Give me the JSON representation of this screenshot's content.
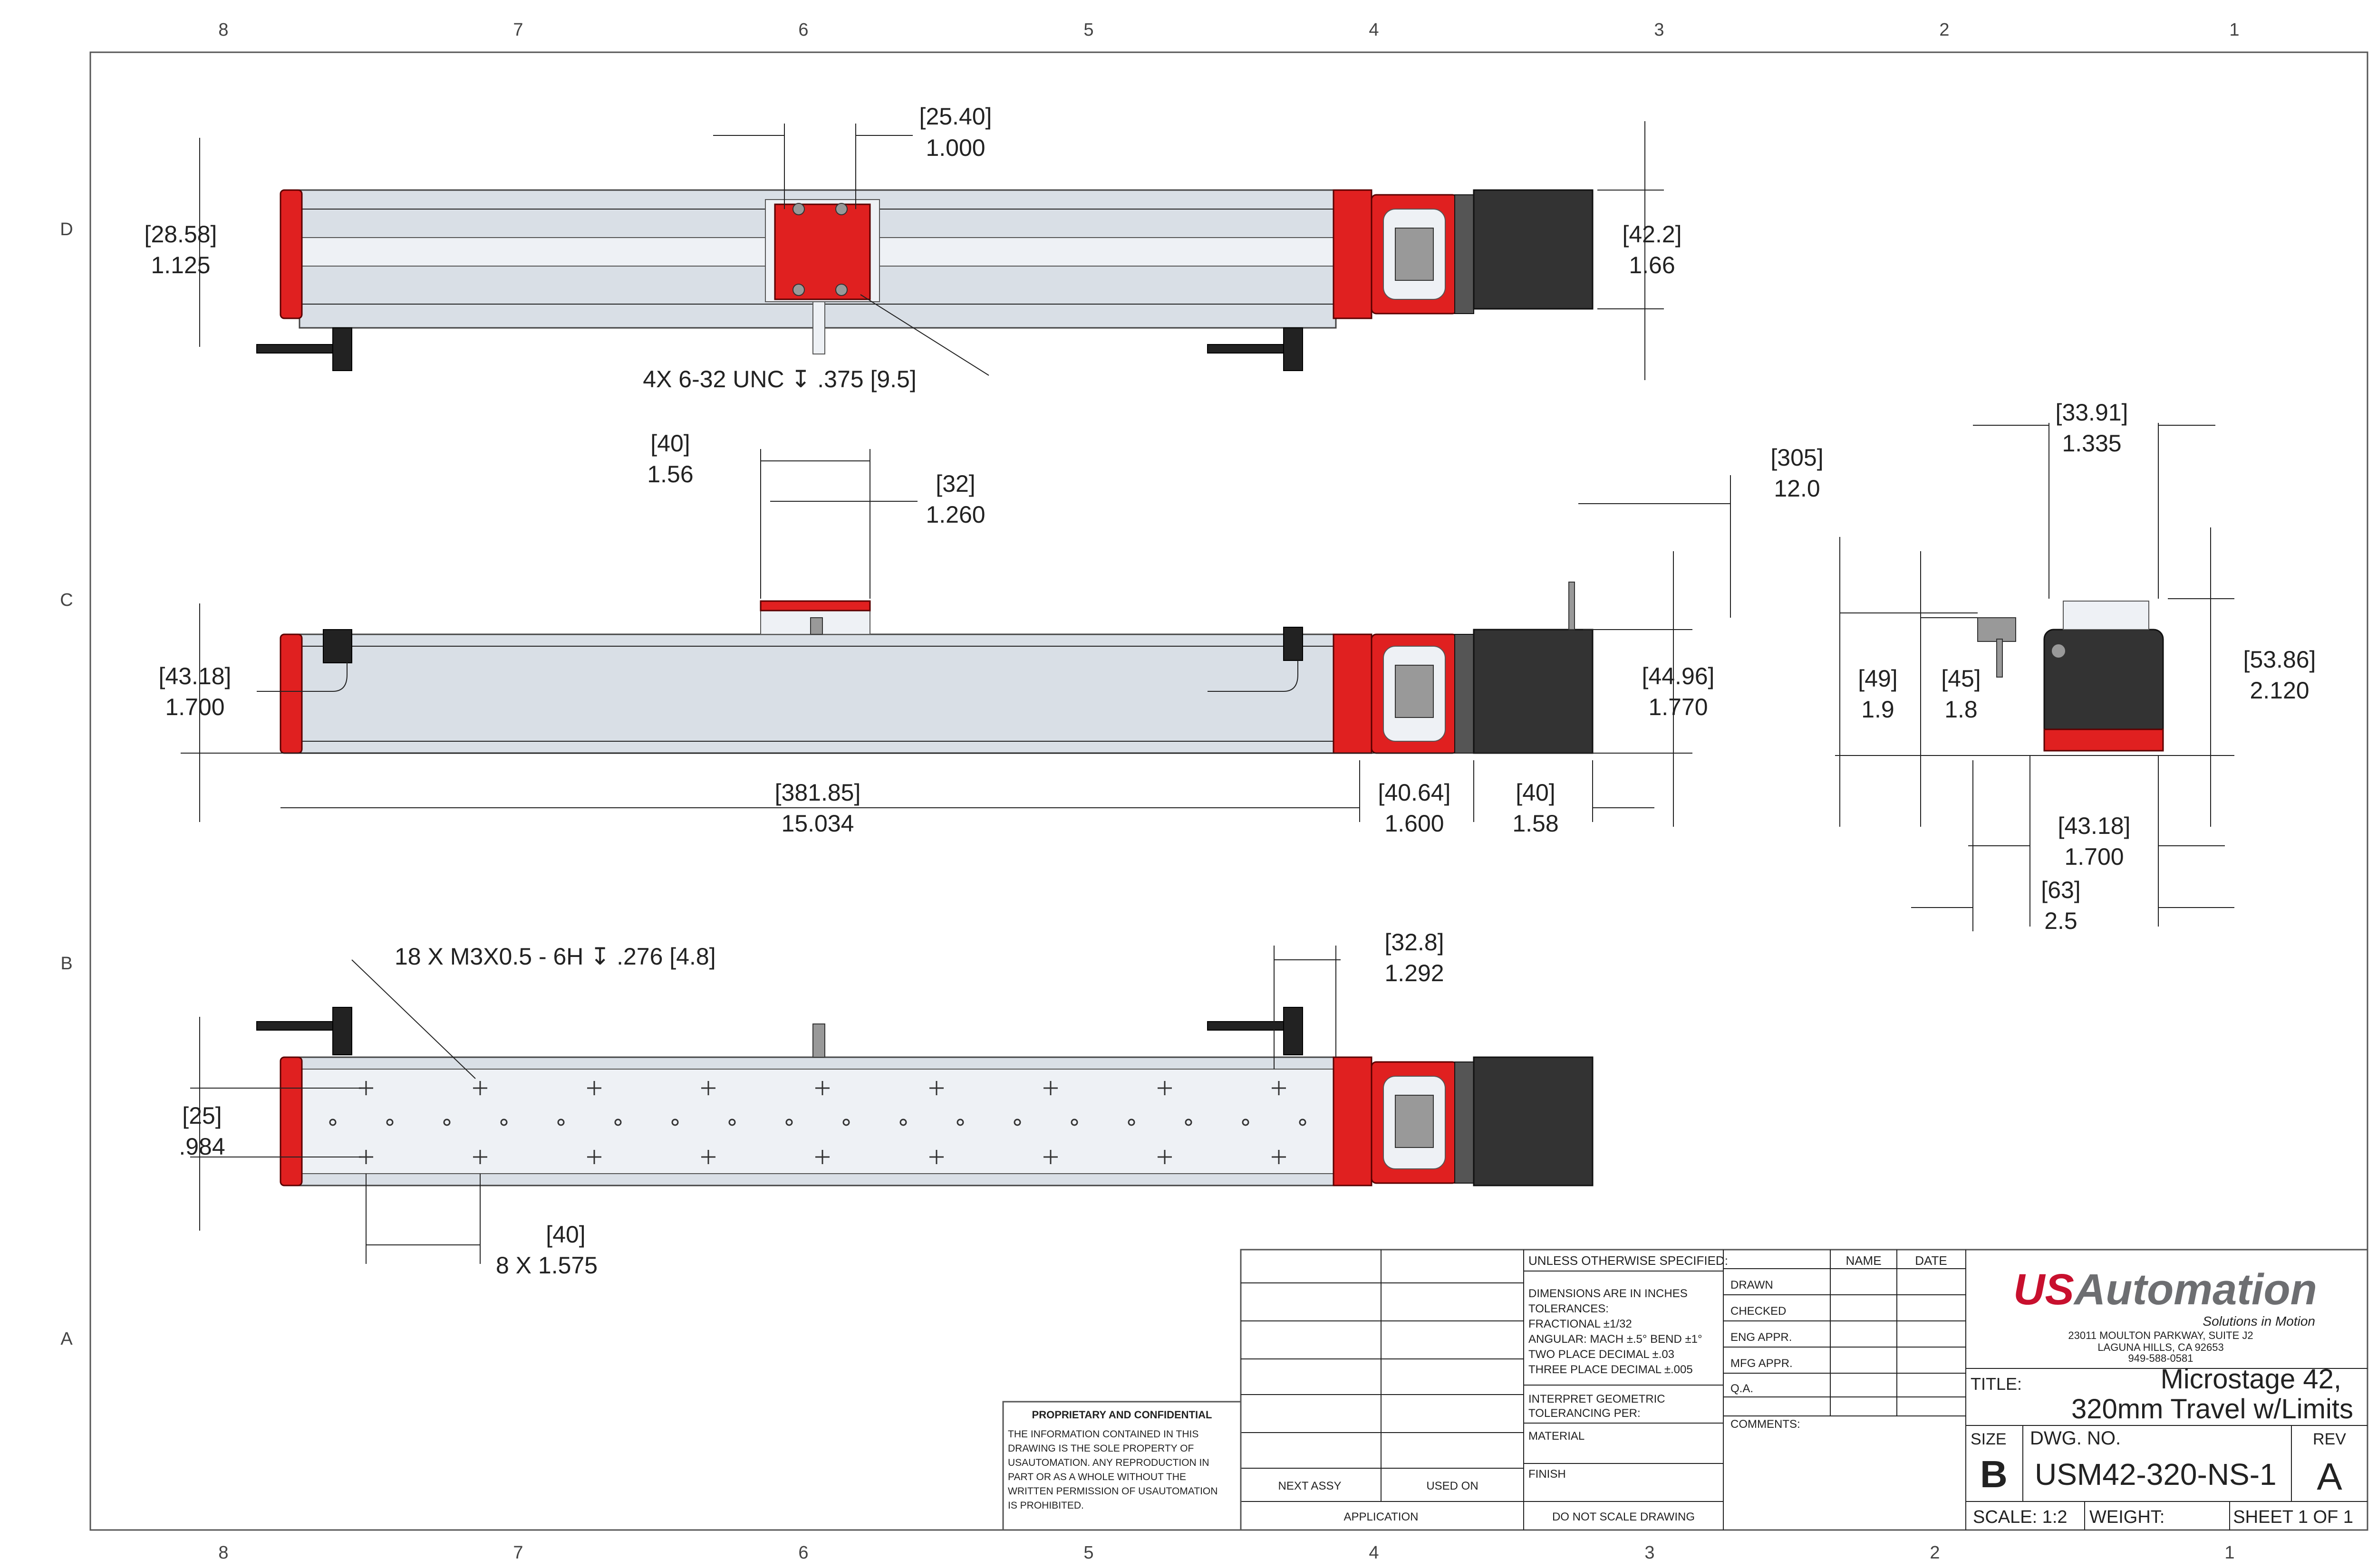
{
  "zones": {
    "cols_top": [
      "8",
      "7",
      "6",
      "5",
      "4",
      "3",
      "2",
      "1"
    ],
    "cols_bottom": [
      "8",
      "7",
      "6",
      "5",
      "4",
      "3",
      "2",
      "1"
    ],
    "rows": [
      "D",
      "C",
      "B",
      "A"
    ]
  },
  "top_view": {
    "dim_carriage_width": [
      "[25.40]",
      "1.000"
    ],
    "dim_height_left": [
      "[28.58]",
      "1.125"
    ],
    "dim_motor": [
      "[42.2]",
      "1.66"
    ],
    "note_holes": "4X 6-32 UNC ↧ .375 [9.5]"
  },
  "side_view": {
    "dim_carriage": [
      "[40]",
      "1.56"
    ],
    "dim_carriage_inner": [
      "[32]",
      "1.260"
    ],
    "dim_cable": [
      "[305]",
      "12.0"
    ],
    "dim_height_left": [
      "[43.18]",
      "1.700"
    ],
    "dim_height_right": [
      "[44.96]",
      "1.770"
    ],
    "dim_length": [
      "[381.85]",
      "15.034"
    ],
    "dim_coupler": [
      "[40.64]",
      "1.600"
    ],
    "dim_motor_len": [
      "[40]",
      "1.58"
    ]
  },
  "end_view": {
    "dim_top": [
      "[33.91]",
      "1.335"
    ],
    "dim_49": [
      "[49]",
      "1.9"
    ],
    "dim_45": [
      "[45]",
      "1.8"
    ],
    "dim_53": [
      "[53.86]",
      "2.120"
    ],
    "dim_43": [
      "[43.18]",
      "1.700"
    ],
    "dim_63": [
      "[63]",
      "2.5"
    ]
  },
  "bottom_view": {
    "note_holes": "18 X M3X0.5  - 6H ↧ .276  [4.8]",
    "dim_right": [
      "[32.8]",
      "1.292"
    ],
    "dim_left": [
      "[25]",
      ".984"
    ],
    "dim_pitch": [
      "[40]",
      "8 X 1.575"
    ]
  },
  "title_block": {
    "unless": "UNLESS OTHERWISE SPECIFIED:",
    "name": "NAME",
    "date": "DATE",
    "dims_note": [
      "DIMENSIONS ARE IN INCHES",
      "TOLERANCES:",
      "FRACTIONAL ±1/32",
      "ANGULAR: MACH ±.5° BEND ±1°",
      "TWO PLACE DECIMAL    ±.03",
      "THREE PLACE DECIMAL  ±.005"
    ],
    "interp": [
      "INTERPRET GEOMETRIC",
      "TOLERANCING PER:"
    ],
    "material": "MATERIAL",
    "finish": "FINISH",
    "do_not_scale": "DO NOT SCALE DRAWING",
    "rows": [
      "DRAWN",
      "CHECKED",
      "ENG APPR.",
      "MFG APPR.",
      "Q.A.",
      "COMMENTS:"
    ],
    "next_assy": "NEXT ASSY",
    "used_on": "USED ON",
    "application": "APPLICATION",
    "proprietary_title": "PROPRIETARY AND CONFIDENTIAL",
    "proprietary_text": [
      "THE INFORMATION CONTAINED IN THIS",
      "DRAWING IS THE SOLE PROPERTY OF",
      "USAUTOMATION. ANY REPRODUCTION IN",
      "PART OR AS A WHOLE WITHOUT THE",
      "WRITTEN PERMISSION OF USAUTOMATION",
      "IS PROHIBITED."
    ],
    "logo_us": "US",
    "logo_rest": "Automation",
    "tagline": "Solutions in Motion",
    "address": [
      "23011 MOULTON PARKWAY, SUITE J2",
      "LAGUNA HILLS, CA 92653",
      "949-588-0581"
    ],
    "title_label": "TITLE:",
    "title_line1": "Microstage 42,",
    "title_line2": "320mm Travel w/Limits",
    "size_label": "SIZE",
    "size": "B",
    "dwg_label": "DWG.  NO.",
    "dwg_no": "USM42-320-NS-1",
    "rev_label": "REV",
    "rev": "A",
    "scale": "SCALE: 1:2",
    "weight": "WEIGHT:",
    "sheet": "SHEET 1 OF 1"
  },
  "colors": {
    "red": "#e02020",
    "aluminum": "#d9dfe6",
    "motor": "#333333",
    "logo_red": "#c8102e",
    "logo_grey": "#6d6e71"
  }
}
